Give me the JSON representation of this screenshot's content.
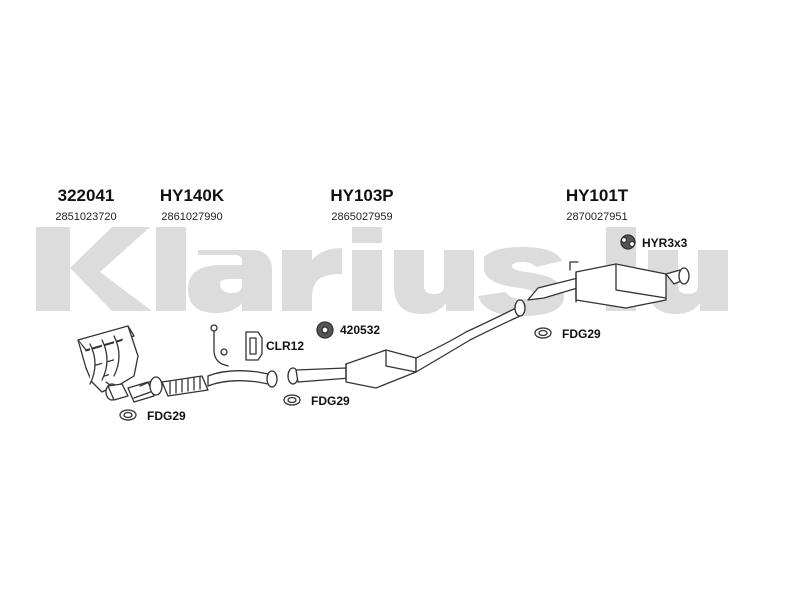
{
  "brand": {
    "watermark_text": "Klarius",
    "watermark_color": "#d9d9d9"
  },
  "parts": [
    {
      "code": "322041",
      "number": "2851023720"
    },
    {
      "code": "HY140K",
      "number": "2861027990"
    },
    {
      "code": "HY103P",
      "number": "2865027959"
    },
    {
      "code": "HY101T",
      "number": "2870027951"
    }
  ],
  "fittings": {
    "hanger_rubber": "HYR3x3",
    "clamp": "CLR12",
    "mount": "420532",
    "gasket_right": "FDG29",
    "gasket_middle": "FDG29",
    "gasket_left": "FDG29"
  },
  "colors": {
    "line": "#333333",
    "fill": "#ffffff"
  }
}
